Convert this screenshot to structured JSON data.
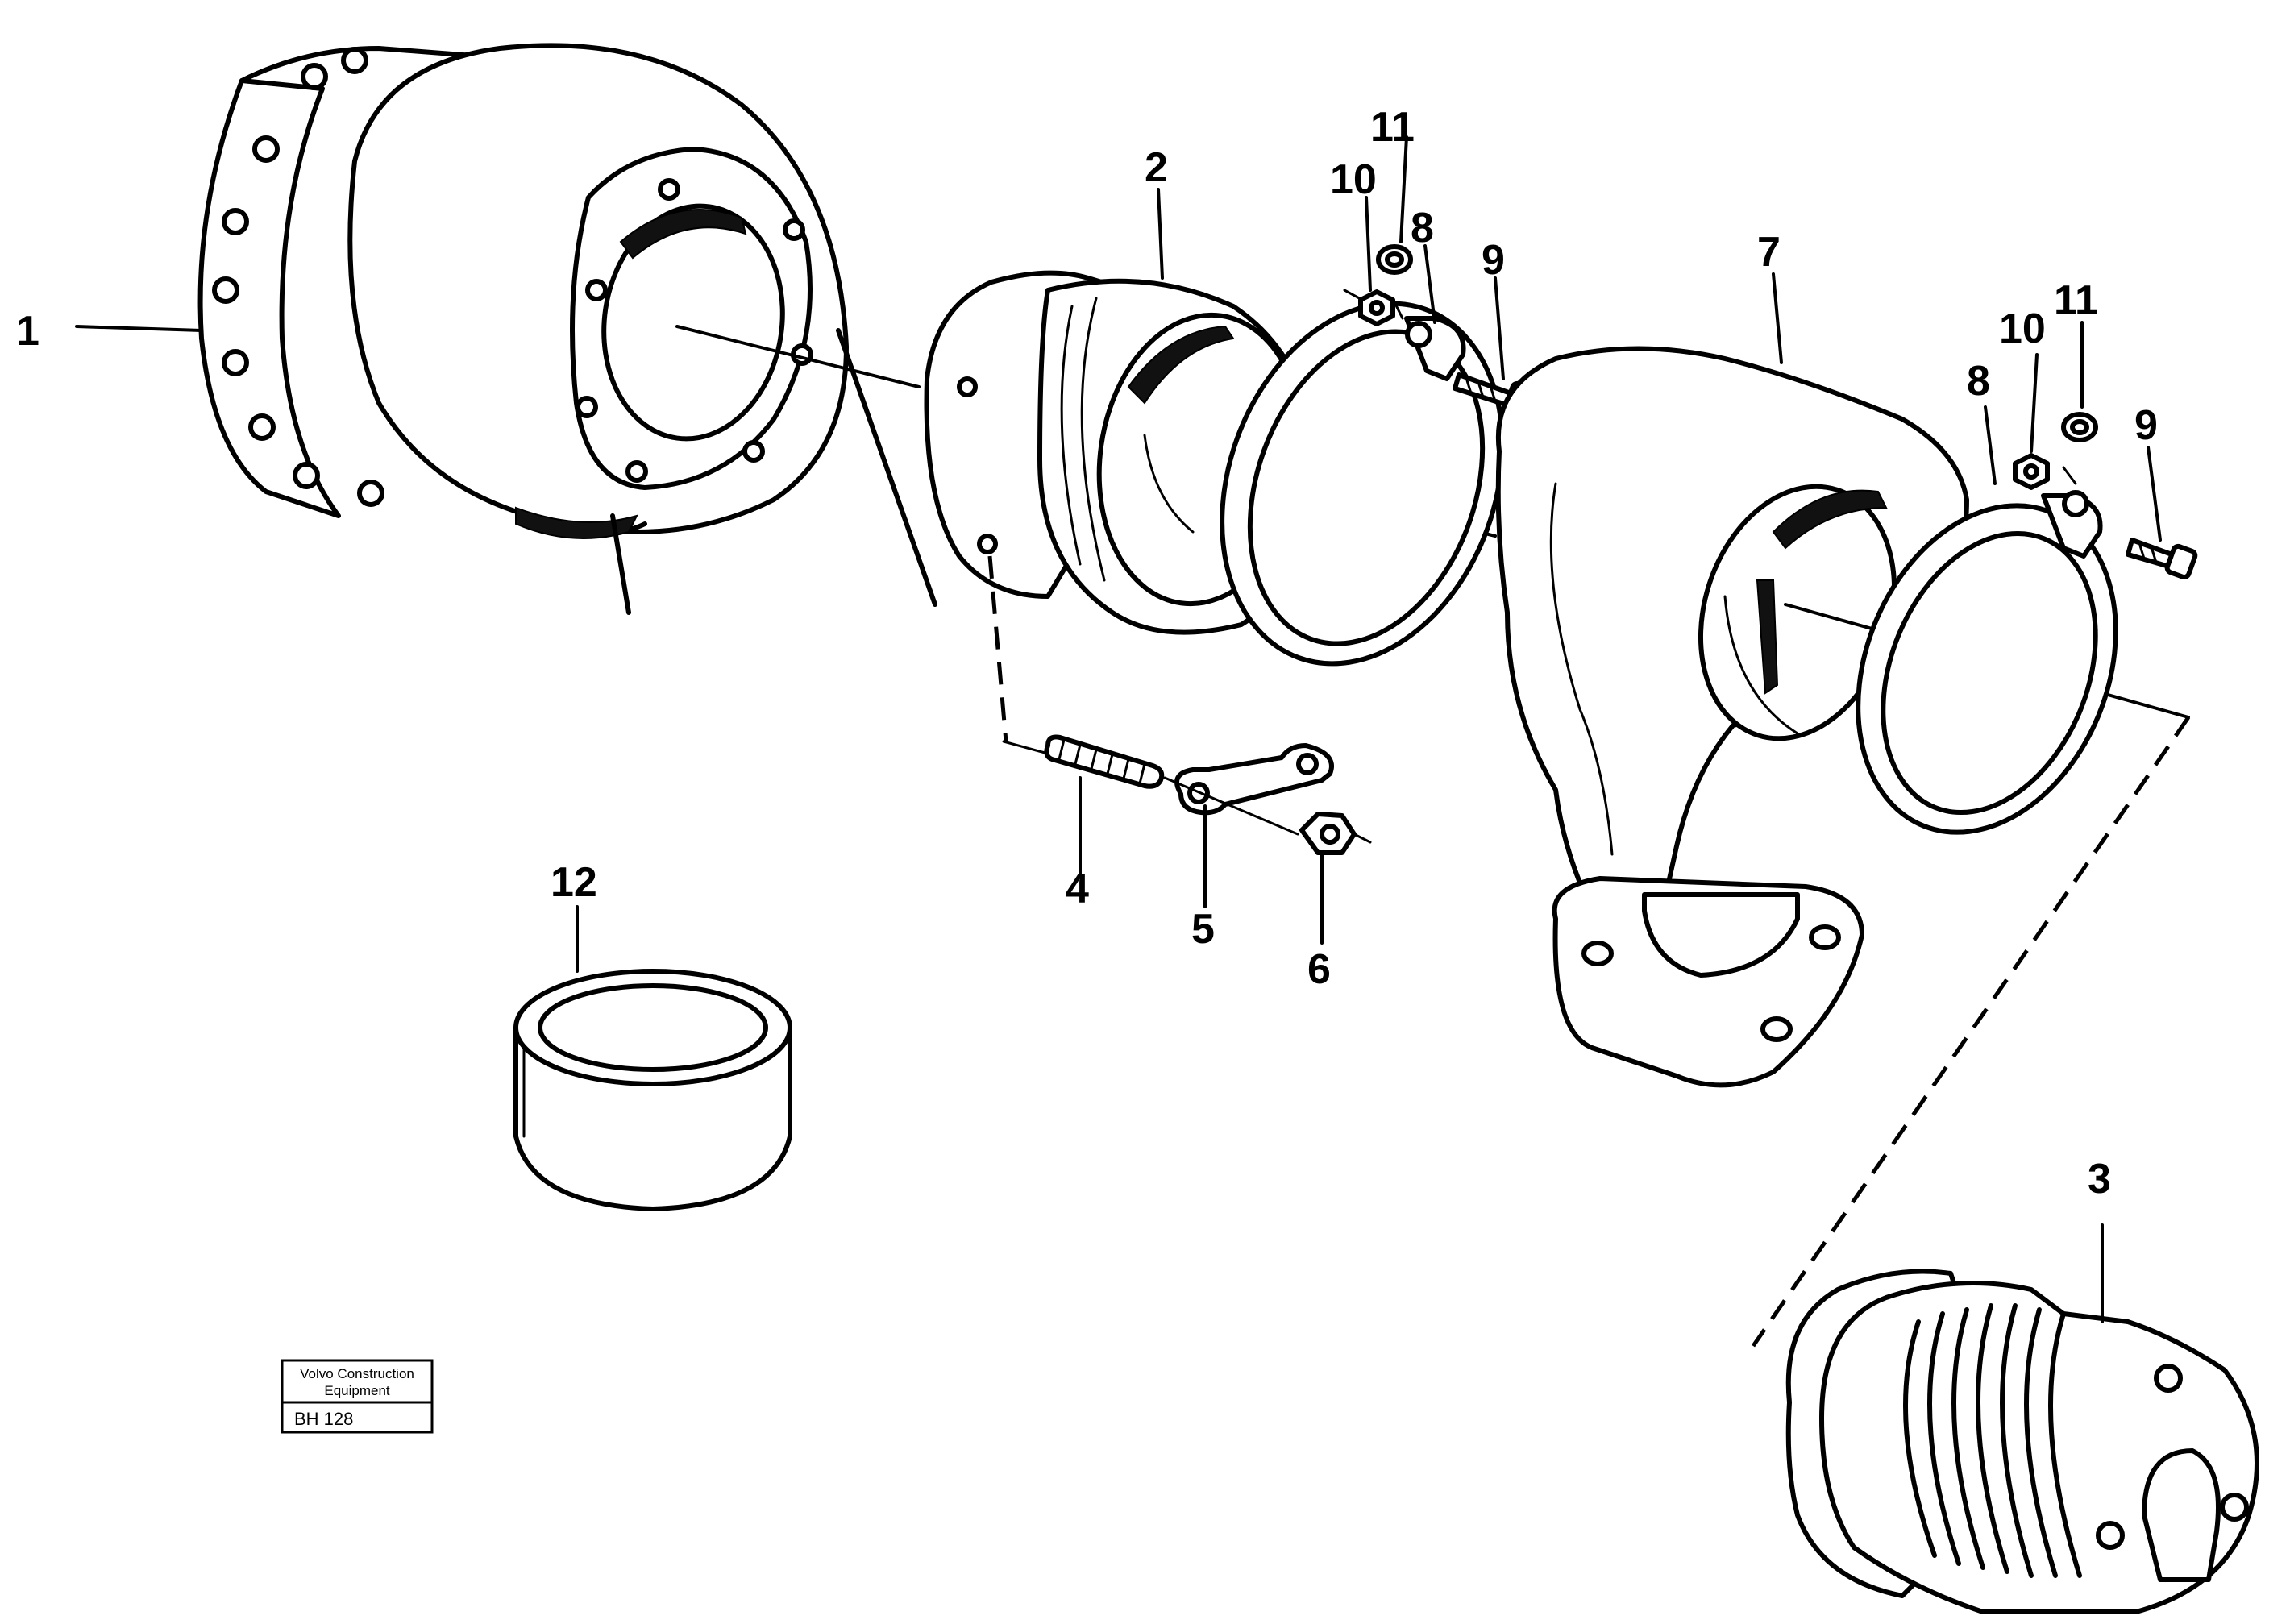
{
  "diagram": {
    "callouts": {
      "c1": "1",
      "c2": "2",
      "c3": "3",
      "c4": "4",
      "c5": "5",
      "c6": "6",
      "c7": "7",
      "c8a": "8",
      "c8b": "8",
      "c9a": "9",
      "c9b": "9",
      "c10a": "10",
      "c10b": "10",
      "c11a": "11",
      "c11b": "11",
      "c12": "12"
    },
    "stamp": {
      "line1": "Volvo Construction",
      "line2": "Equipment",
      "code": "BH 128"
    }
  }
}
